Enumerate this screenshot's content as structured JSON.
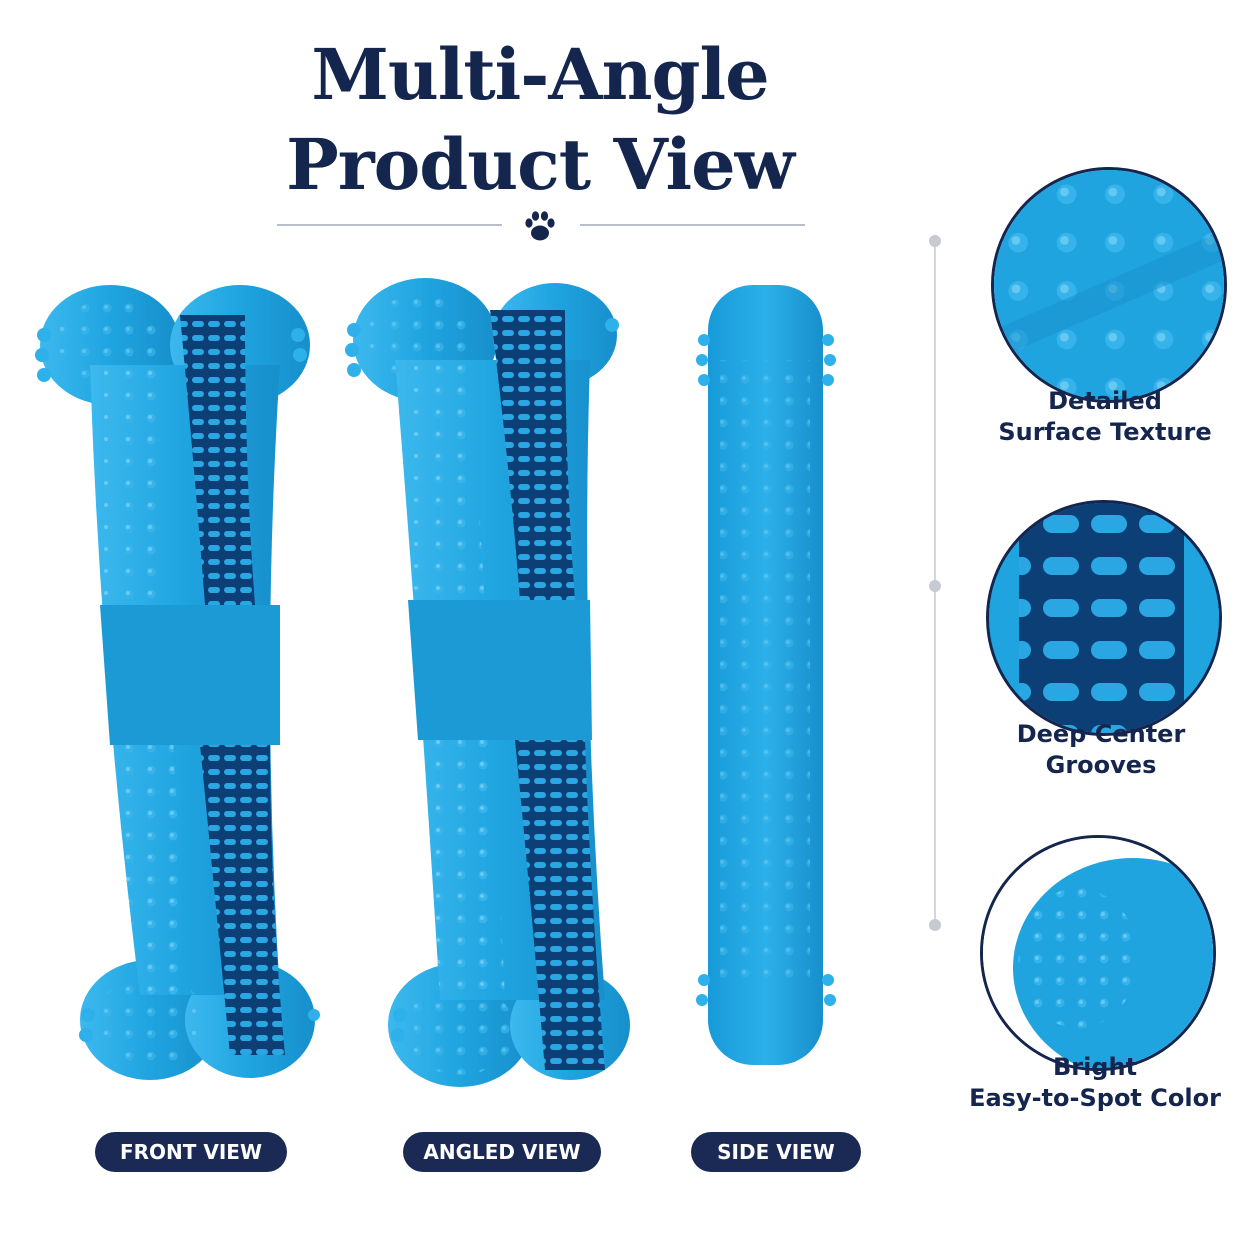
{
  "header": {
    "title_line1": "Multi-Angle",
    "title_line2": "Product View"
  },
  "views": [
    {
      "label": "FRONT VIEW"
    },
    {
      "label": "ANGLED VIEW"
    },
    {
      "label": "SIDE VIEW"
    }
  ],
  "details": [
    {
      "line1": "Detailed",
      "line2": "Surface Texture"
    },
    {
      "line1": "Deep Center",
      "line2": "Grooves"
    },
    {
      "line1": "Bright",
      "line2": "Easy-to-Spot Color"
    }
  ],
  "colors": {
    "navy": "#14254e",
    "product_blue": "#1fa4e0",
    "product_shade": "#0d6fa8",
    "groove_dark": "#0b3f75"
  },
  "icons": [
    "paw-icon"
  ]
}
